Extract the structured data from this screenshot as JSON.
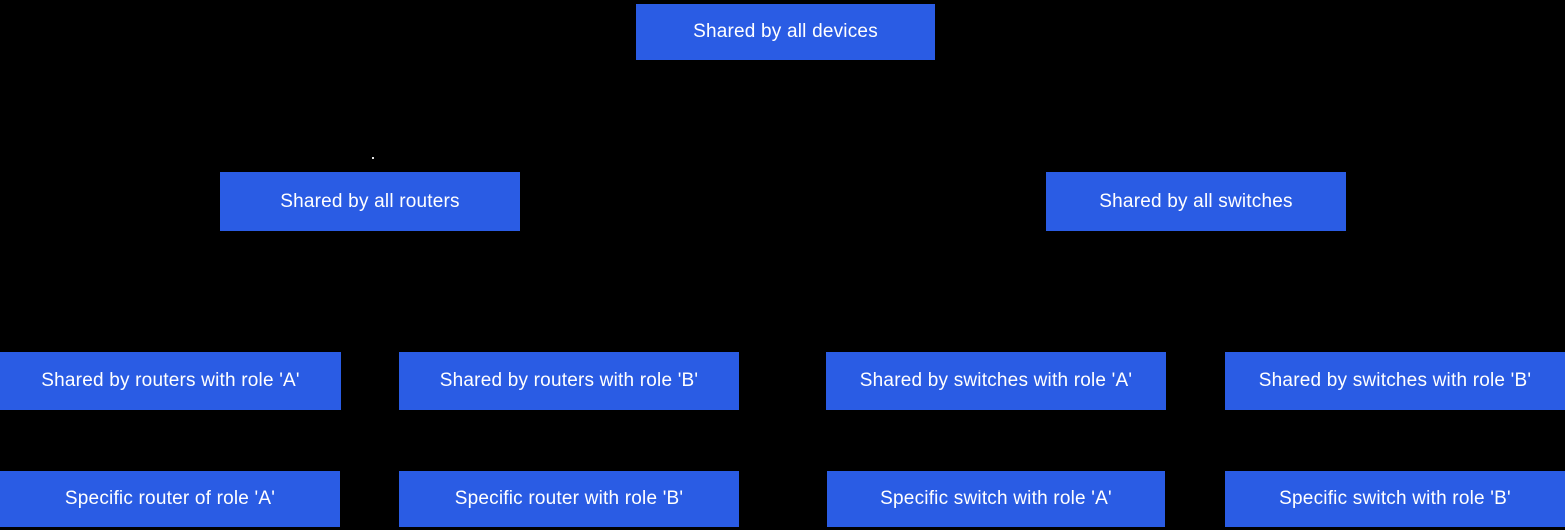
{
  "diagram": {
    "type": "hierarchy-tree",
    "description": "Configuration scope hierarchy for network devices",
    "colors": {
      "background": "#000000",
      "node_fill": "#2a5ce4",
      "node_text": "#ffffff"
    },
    "levels": [
      {
        "name": "global",
        "nodes": [
          {
            "label": "Shared by all devices"
          }
        ]
      },
      {
        "name": "device-type",
        "nodes": [
          {
            "label": "Shared by all routers"
          },
          {
            "label": "Shared by all switches"
          }
        ]
      },
      {
        "name": "role",
        "nodes": [
          {
            "label": "Shared by routers with role 'A'"
          },
          {
            "label": "Shared by routers with role 'B'"
          },
          {
            "label": "Shared by switches with role 'A'"
          },
          {
            "label": "Shared by switches with role 'B'"
          }
        ]
      },
      {
        "name": "specific-device",
        "nodes": [
          {
            "label": "Specific router of role 'A'"
          },
          {
            "label": "Specific router with role 'B'"
          },
          {
            "label": "Specific switch with role 'A'"
          },
          {
            "label": "Specific switch with role 'B'"
          }
        ]
      }
    ]
  }
}
